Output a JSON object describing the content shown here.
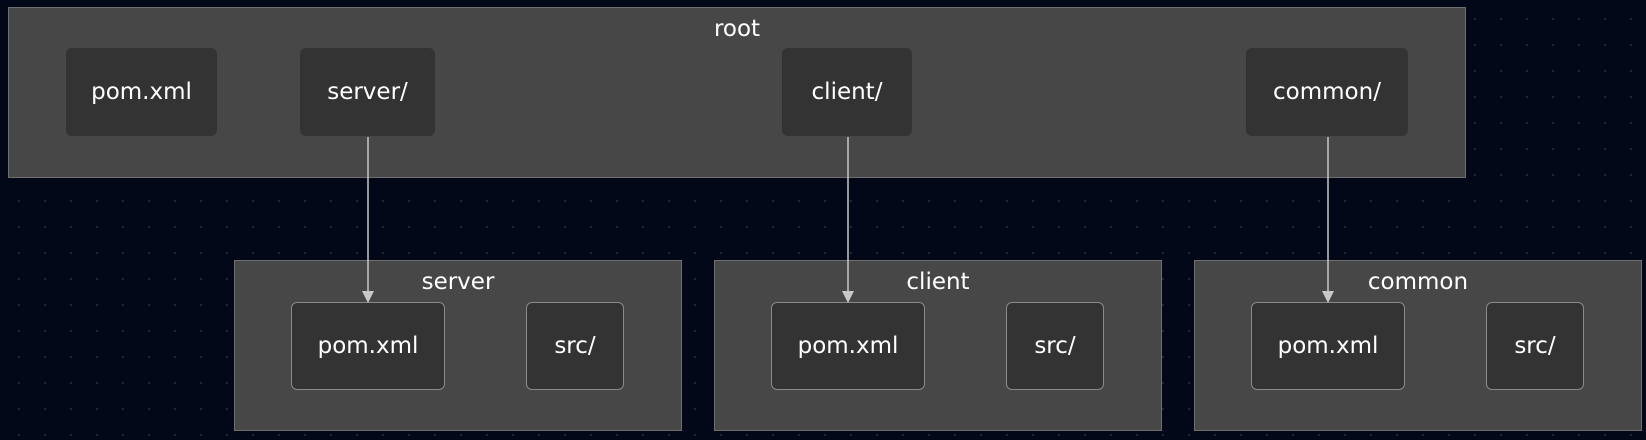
{
  "root": {
    "label": "root",
    "items": [
      "pom.xml",
      "server/",
      "client/",
      "common/"
    ]
  },
  "modules": [
    {
      "label": "server",
      "items": [
        "pom.xml",
        "src/"
      ]
    },
    {
      "label": "client",
      "items": [
        "pom.xml",
        "src/"
      ]
    },
    {
      "label": "common",
      "items": [
        "pom.xml",
        "src/"
      ]
    }
  ],
  "edges": [
    {
      "from": "server/",
      "to": "server/pom.xml"
    },
    {
      "from": "client/",
      "to": "client/pom.xml"
    },
    {
      "from": "common/",
      "to": "common/pom.xml"
    }
  ],
  "colors": {
    "background": "#020818",
    "group_fill": "#474747",
    "node_fill": "#333333",
    "edge": "#c8c8c8",
    "text": "#ffffff"
  }
}
